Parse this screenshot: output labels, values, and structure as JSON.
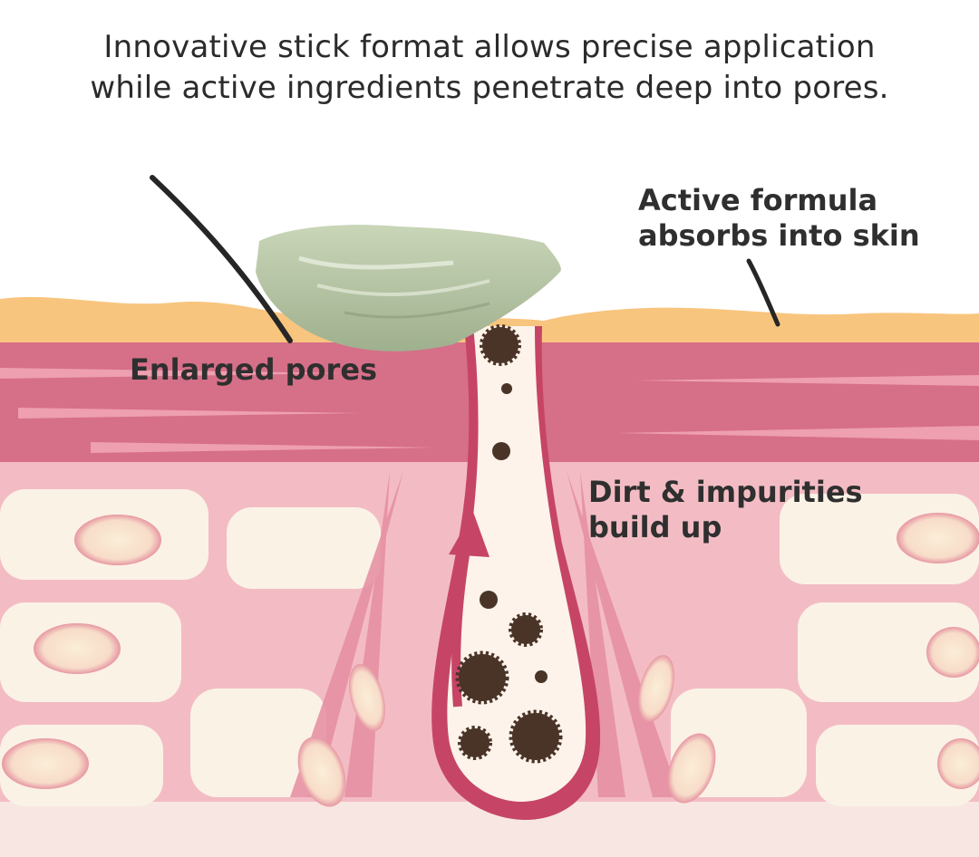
{
  "headline": {
    "line1": "Innovative stick format allows precise application",
    "line2": "while active ingredients penetrate deep into pores."
  },
  "labels": {
    "active_formula": {
      "line1": "Active formula",
      "line2": "absorbs into skin"
    },
    "enlarged_pores": "Enlarged pores",
    "dirt_impurities": {
      "line1": "Dirt & impurities",
      "line2": "build up"
    }
  },
  "colors": {
    "epidermis_top": "#f8c880",
    "dermis_band": "#d9708a",
    "dermis_light": "#f2b8c2",
    "cell_fill": "#fbf3e2",
    "pore_outline": "#c64566",
    "impurity": "#4a3428",
    "formula": "#b6c6a4",
    "hair": "#2a2a2a"
  }
}
